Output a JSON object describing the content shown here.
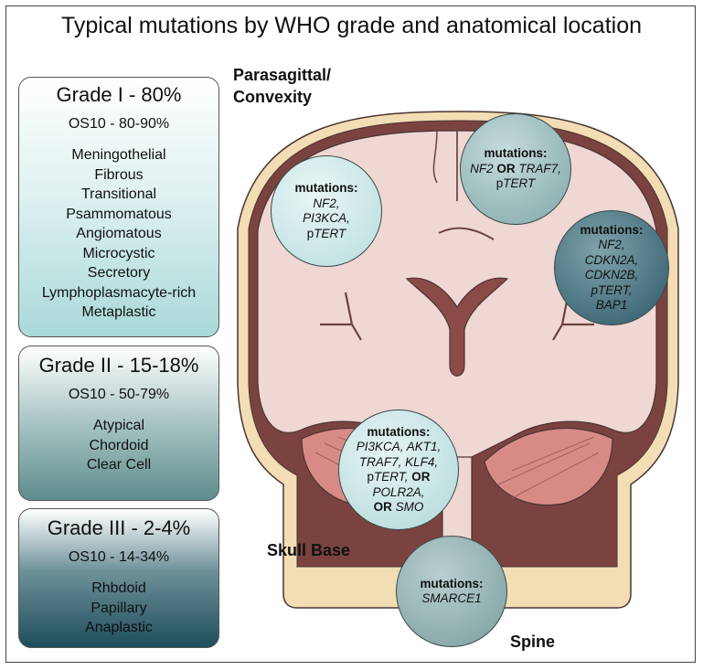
{
  "title": "Typical mutations by WHO grade and anatomical location",
  "grades": [
    {
      "title": "Grade I - 80%",
      "os": "OS10 - 80-90%",
      "subtypes": [
        "Meningothelial",
        "Fibrous",
        "Transitional",
        "Psammomatous",
        "Angiomatous",
        "Microcystic",
        "Secretory",
        "Lymphoplasmacyte-rich",
        "Metaplastic"
      ]
    },
    {
      "title": "Grade II - 15-18%",
      "os": "OS10 - 50-79%",
      "subtypes": [
        "Atypical",
        "Chordoid",
        "Clear Cell"
      ]
    },
    {
      "title": "Grade III - 2-4%",
      "os": "OS10 - 14-34%",
      "subtypes": [
        "Rhbdoid",
        "Papillary",
        "Anaplastic"
      ]
    }
  ],
  "locations": {
    "parasagittal_line1": "Parasagittal/",
    "parasagittal_line2": "Convexity",
    "skull_base": "Skull Base",
    "spine": "Spine"
  },
  "mutation_header": "mutations:",
  "or_word": "OR",
  "circles": {
    "convexity": {
      "g1": "NF2,",
      "g2": "PI3KCA,",
      "g3_prefix": "p",
      "g3_gene": "TERT"
    },
    "parasagittal": {
      "g1": "NF2",
      "g2": "TRAF7,",
      "g3_prefix": "p",
      "g3_gene": "TERT"
    },
    "lateral": {
      "g1": "NF2,",
      "g2": "CDKN2A,",
      "g3": "CDKN2B,",
      "g4": "pTERT,",
      "g5": "BAP1"
    },
    "skull_base": {
      "g1": "PI3KCA, AKT1,",
      "g2": "TRAF7, KLF4,",
      "g3_prefix": "p",
      "g3_gene": "TERT,",
      "g4": "POLR2A,",
      "g5": "SMO"
    },
    "spine": {
      "g1": "SMARCE1"
    }
  },
  "colors": {
    "skull": "#f2ddb4",
    "dura": "#7b4340",
    "brain": "#efd7d3",
    "cerebellum": "#d88b86",
    "outline": "#4a3433"
  }
}
